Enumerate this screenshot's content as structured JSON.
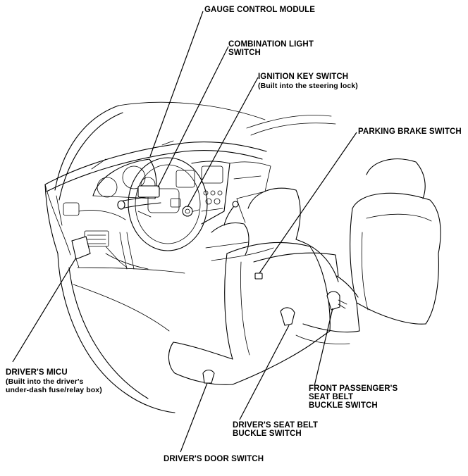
{
  "labels": {
    "gauge_control_module": "GAUGE CONTROL MODULE",
    "combination_light_switch": "COMBINATION LIGHT\nSWITCH",
    "ignition_key_switch": "IGNITION KEY SWITCH",
    "ignition_key_switch_note": "(Built into the steering lock)",
    "parking_brake_switch": "PARKING BRAKE SWITCH",
    "drivers_micu": "DRIVER'S MICU",
    "drivers_micu_note": "(Built into the driver's\nunder-dash fuse/relay box)",
    "front_passenger_seat_belt_buckle_switch": "FRONT PASSENGER'S\nSEAT BELT\nBUCKLE SWITCH",
    "drivers_seat_belt_buckle_switch": "DRIVER'S SEAT BELT\nBUCKLE SWITCH",
    "drivers_door_switch": "DRIVER'S DOOR SWITCH"
  }
}
